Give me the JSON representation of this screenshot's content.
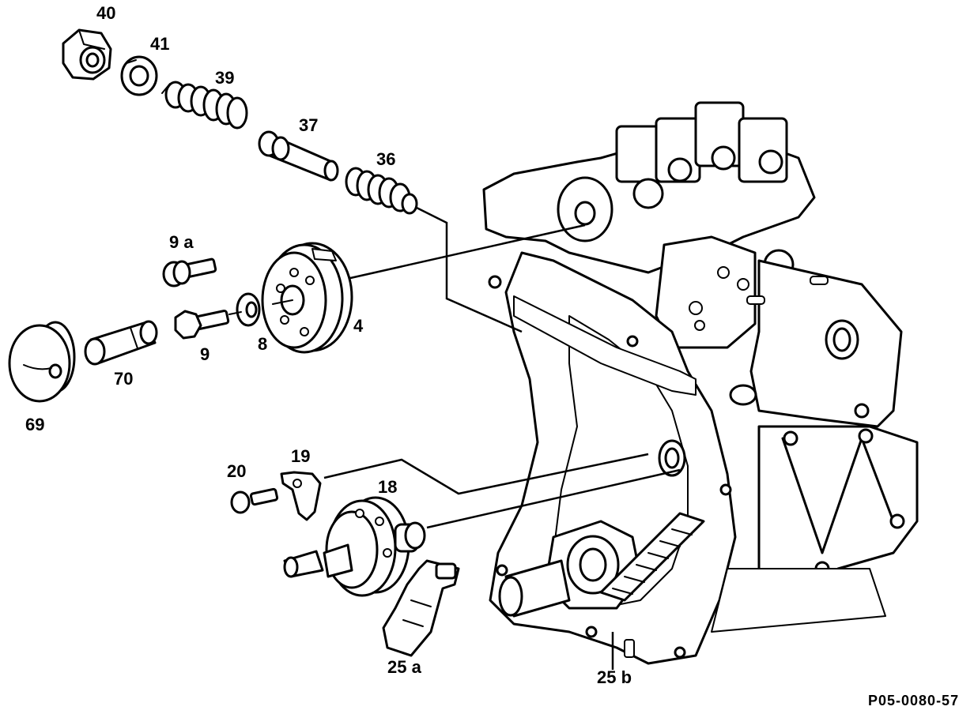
{
  "labels": {
    "p40": "40",
    "p41": "41",
    "p39": "39",
    "p37": "37",
    "p36": "36",
    "p9a": "9 a",
    "p4": "4",
    "p8": "8",
    "p9": "9",
    "p70": "70",
    "p69": "69",
    "p19": "19",
    "p20": "20",
    "p18": "18",
    "p25a": "25 a",
    "p25b": "25 b"
  },
  "drawing_code": "P05-0080-57"
}
